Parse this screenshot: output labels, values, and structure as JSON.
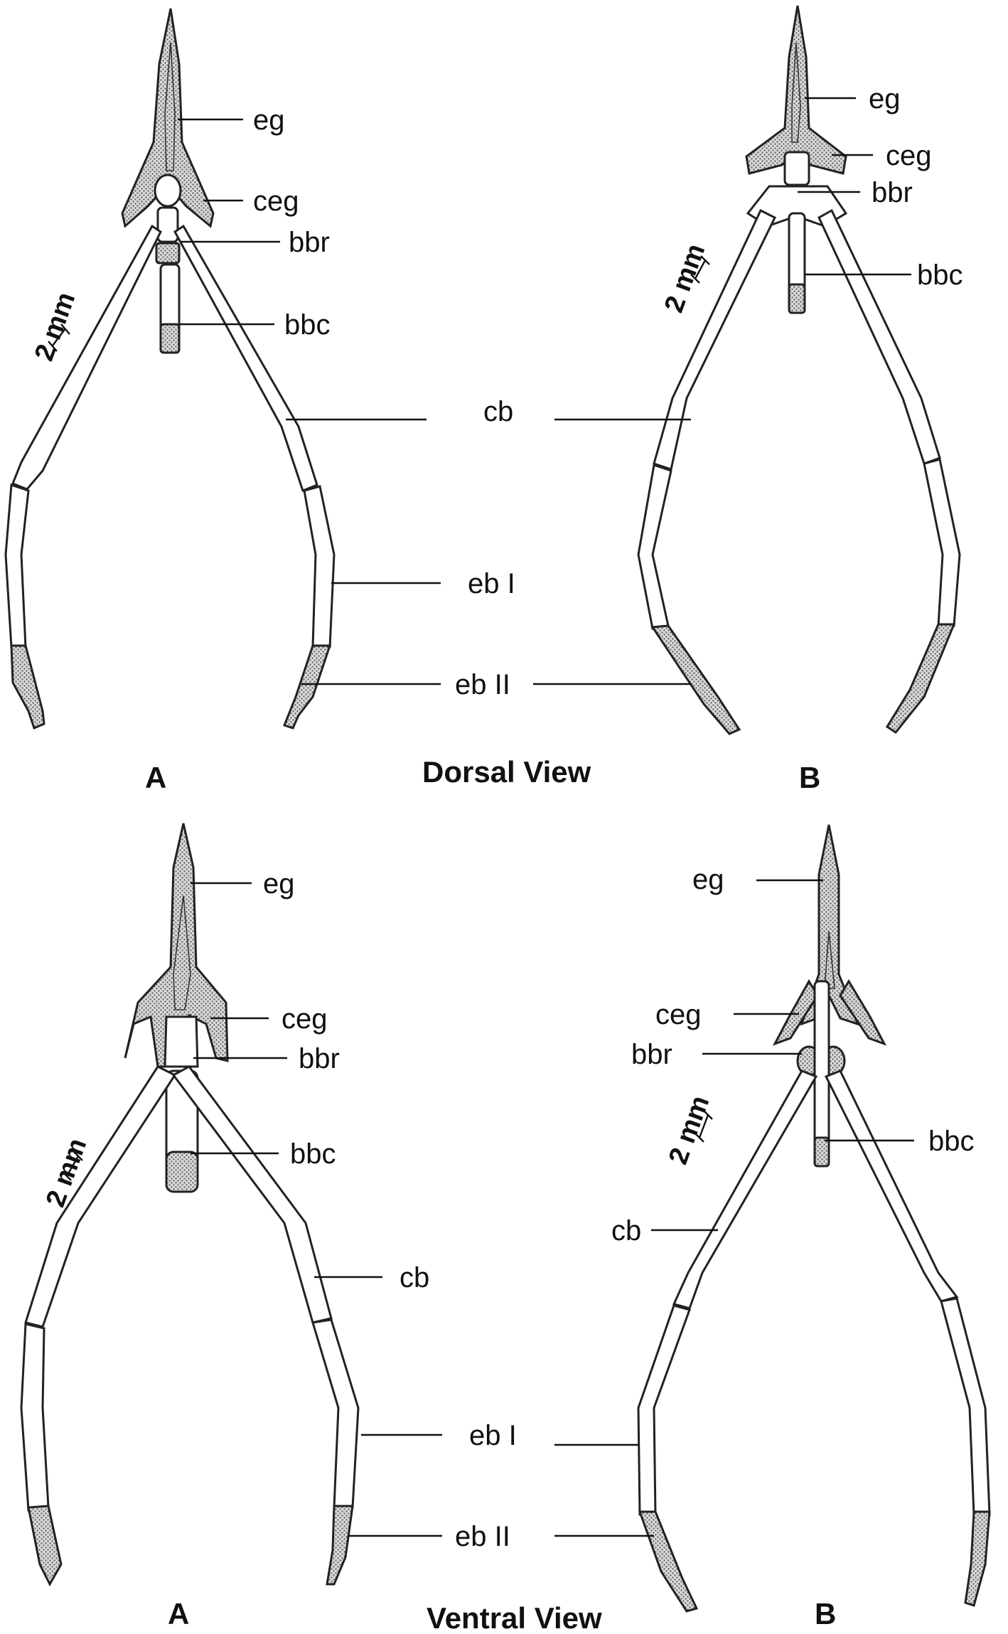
{
  "labels": {
    "eg": "eg",
    "ceg": "ceg",
    "bbr": "bbr",
    "bbc": "bbc",
    "cb": "cb",
    "eb1": "eb I",
    "eb2": "eb II"
  },
  "panels": {
    "a": "A",
    "b": "B"
  },
  "views": {
    "dorsal": "Dorsal View",
    "ventral": "Ventral View"
  },
  "scale_bar": "2 mm",
  "colors": {
    "ink": "#111111",
    "stipple": "#9a9a9a"
  }
}
